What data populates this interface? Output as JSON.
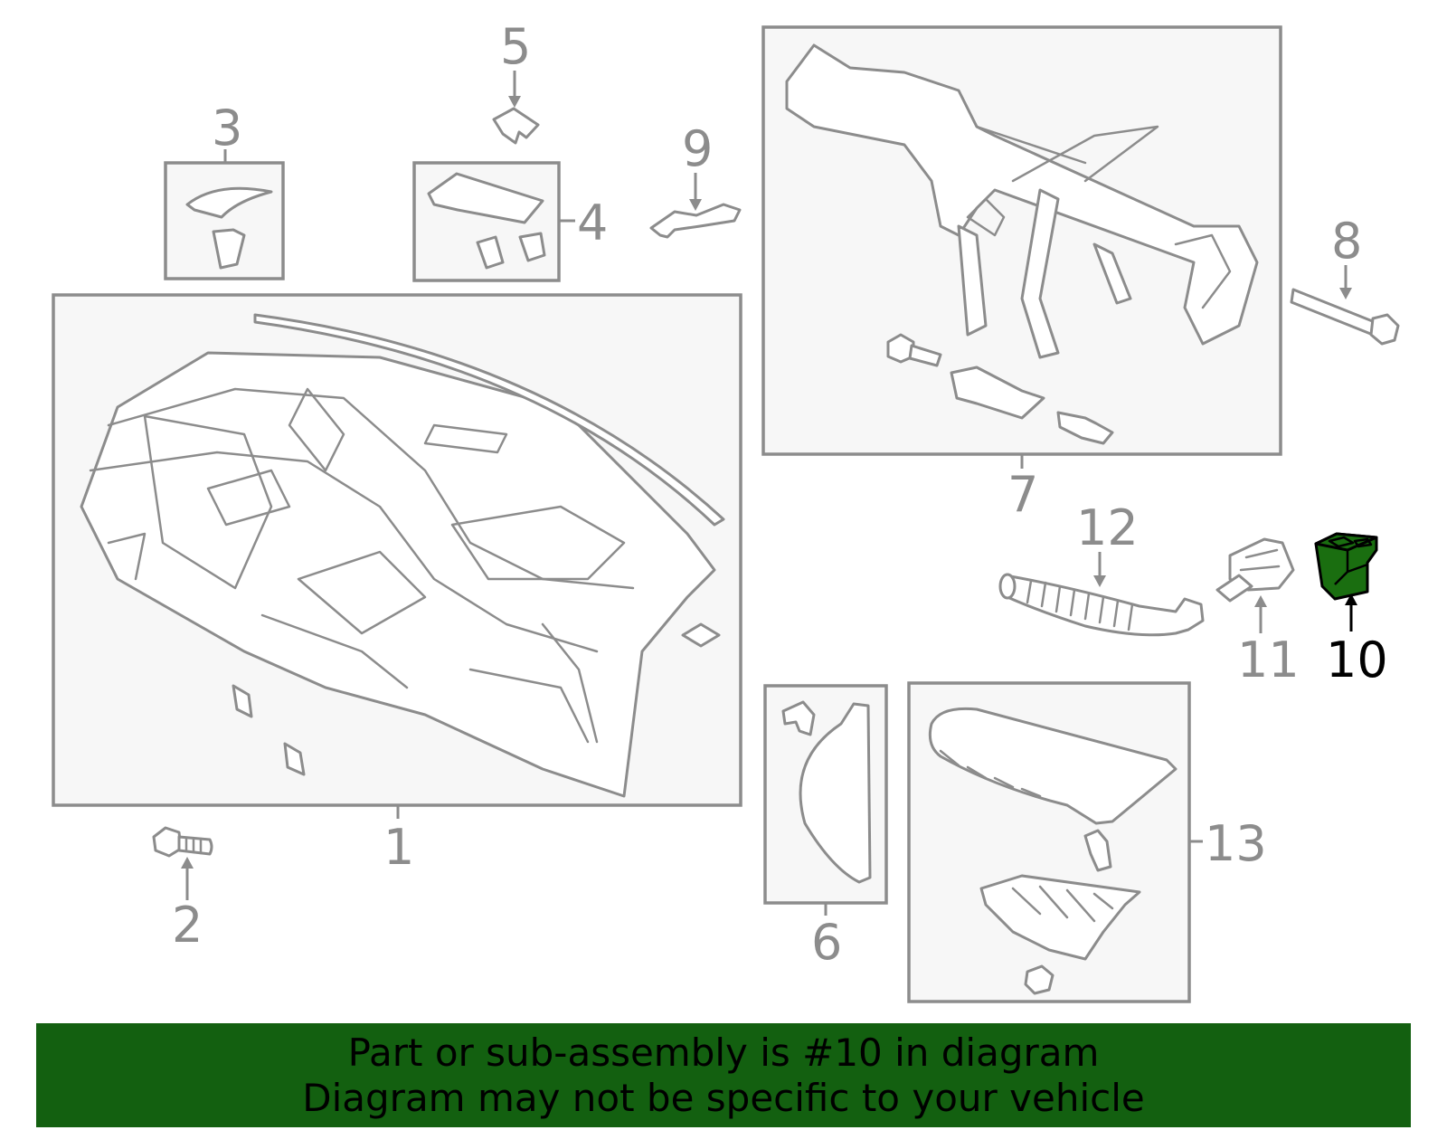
{
  "diagram": {
    "callouts": [
      "1",
      "2",
      "3",
      "4",
      "5",
      "6",
      "7",
      "8",
      "9",
      "10",
      "11",
      "12",
      "13"
    ],
    "highlighted_part": "10",
    "highlight_color": "#1a6e10",
    "line_color": "#8c8c8c"
  },
  "banner": {
    "line1": "Part or sub-assembly is #10 in diagram",
    "line2": "Diagram may not be specific to your vehicle",
    "background": "#136010"
  }
}
